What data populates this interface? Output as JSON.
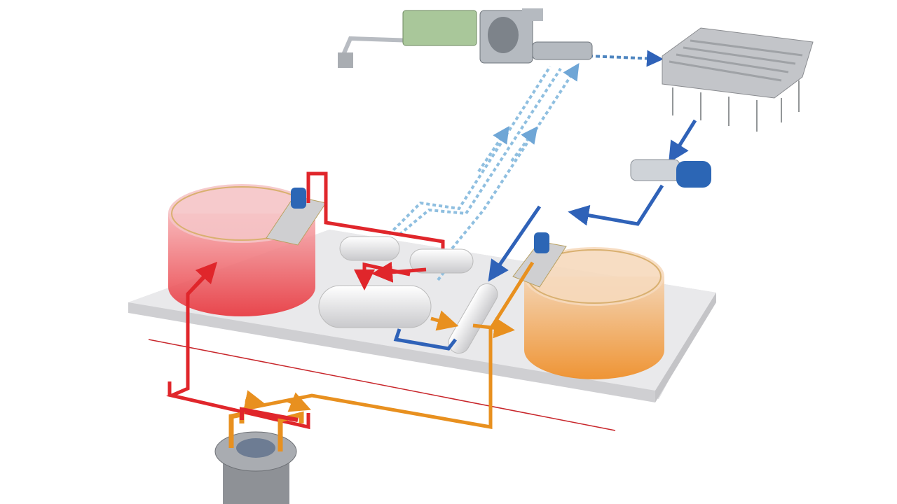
{
  "diagram": {
    "components": [
      {
        "id": "steam-turbine",
        "icon": "turbine-icon"
      },
      {
        "id": "air-cooled-condenser",
        "icon": "condenser-icon"
      },
      {
        "id": "pump",
        "icon": "pump-icon"
      },
      {
        "id": "hot-salt-tank",
        "icon": "tank-icon"
      },
      {
        "id": "cold-salt-tank",
        "icon": "tank-icon"
      },
      {
        "id": "heat-exchangers",
        "icon": "heat-exchanger-icon"
      },
      {
        "id": "reactor",
        "icon": "reactor-icon"
      }
    ],
    "colors": {
      "hot_loop": "#e0262b",
      "cold_loop": "#e8901f",
      "water_loop": "#2f62b8",
      "steam_loop": "#8fbfe0",
      "steam_dark": "#4f86c0",
      "hot_salt": "#f0454b",
      "cold_salt": "#f0962e",
      "platform": "#e4e4e6",
      "boundary_line": "#c8262b"
    }
  }
}
